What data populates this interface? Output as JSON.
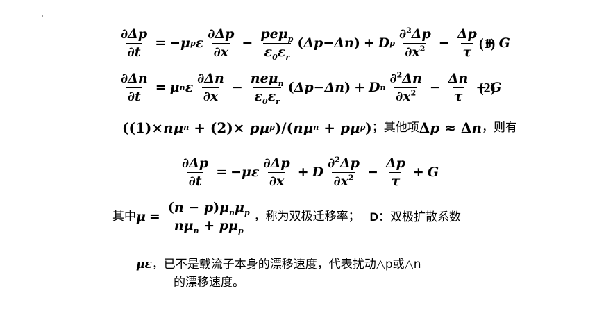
{
  "eq1": {
    "number": "(1)"
  },
  "eq2": {
    "number": "(2)"
  },
  "combination_line": {
    "prefix": "((1)×nμ",
    "text_suffix": "；其他项Δp ≈ Δn，则有"
  },
  "definition": {
    "prefix": "其中",
    "suffix": "，称为双极迁移率；",
    "d_label": "D",
    "d_text": "：双极扩散系数"
  },
  "note": {
    "symbol": "με",
    "line1": "，已不是载流子本身的漂移速度，代表扰动△p或△n",
    "line2": "的漂移速度。"
  }
}
